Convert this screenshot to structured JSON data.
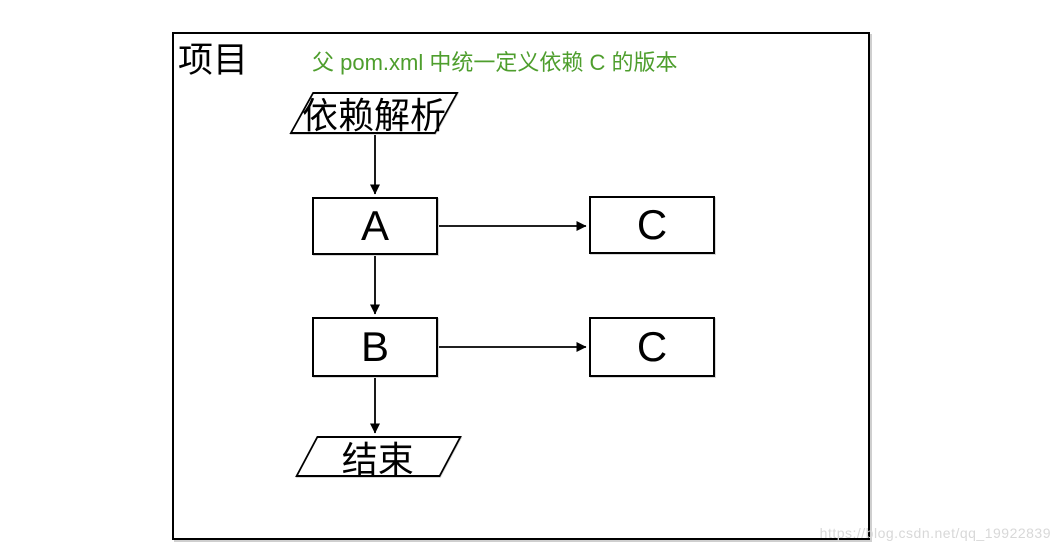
{
  "container": {
    "title": "项目"
  },
  "annotation": {
    "text": "父 pom.xml 中统一定义依赖 C 的版本",
    "color": "#4e9e2d"
  },
  "nodes": {
    "start": {
      "label": "依赖解析",
      "shape": "parallelogram"
    },
    "a": {
      "label": "A",
      "shape": "rectangle"
    },
    "c_top": {
      "label": "C",
      "shape": "rectangle"
    },
    "b": {
      "label": "B",
      "shape": "rectangle"
    },
    "c_bottom": {
      "label": "C",
      "shape": "rectangle"
    },
    "end": {
      "label": "结束",
      "shape": "parallelogram"
    }
  },
  "edges": [
    {
      "from": "start",
      "to": "a"
    },
    {
      "from": "a",
      "to": "c_top"
    },
    {
      "from": "a",
      "to": "b"
    },
    {
      "from": "b",
      "to": "c_bottom"
    },
    {
      "from": "b",
      "to": "end"
    }
  ],
  "colors": {
    "line": "#000000",
    "border": "#000000",
    "annotation_green": "#4e9e2d",
    "watermark_gray": "#d8d8d8"
  },
  "watermark": {
    "text": "https://blog.csdn.net/qq_19922839"
  }
}
